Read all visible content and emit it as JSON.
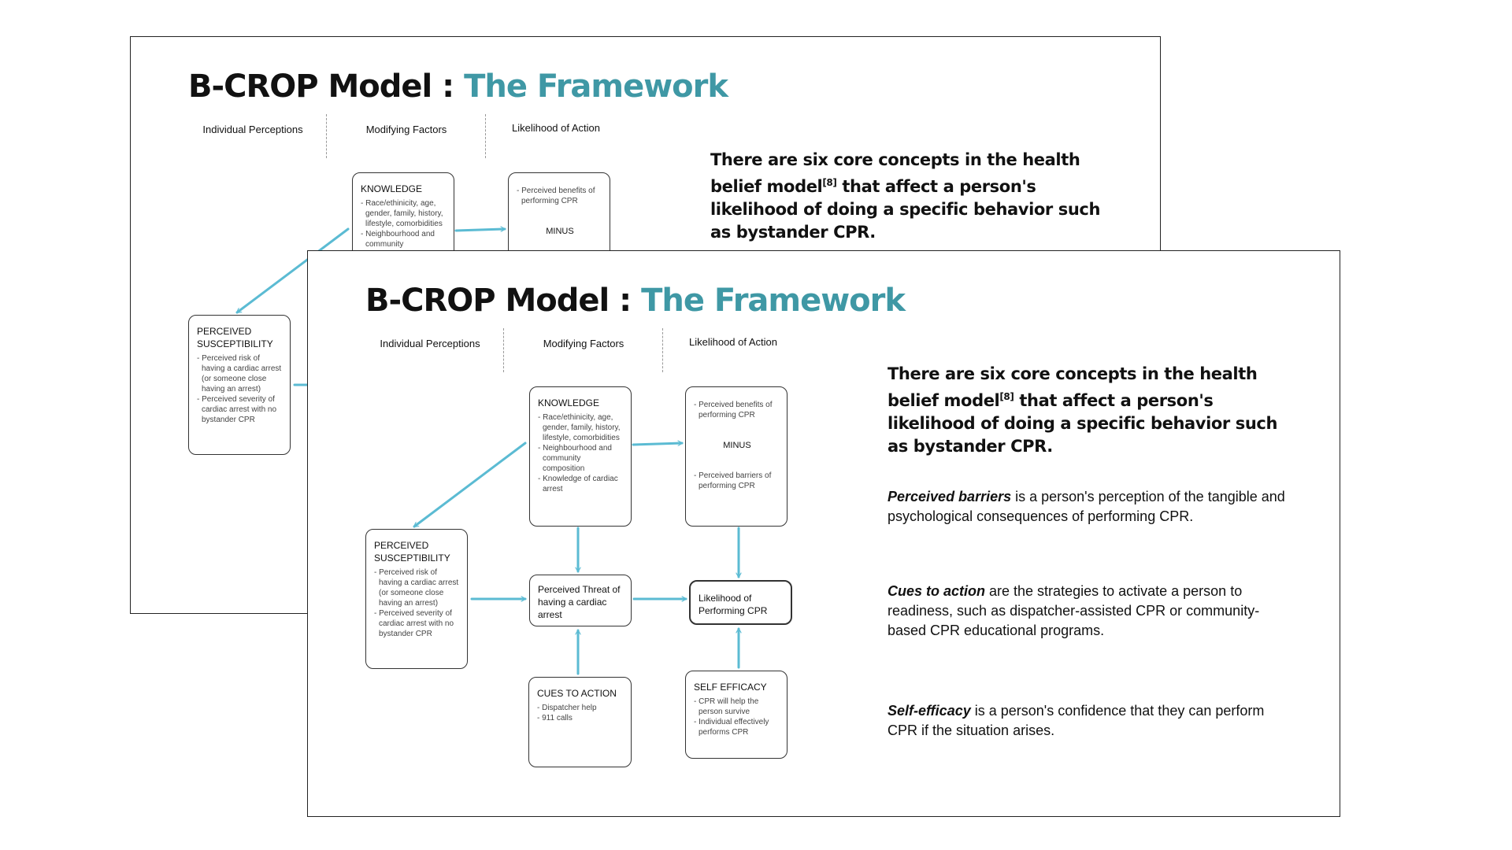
{
  "slides": {
    "title_main": "B-CROP Model : ",
    "title_accent": "The Framework",
    "columns": [
      "Individual Perceptions",
      "Modifying Factors",
      "Likelihood of Action"
    ],
    "boxes": {
      "knowledge": {
        "title": "KNOWLEDGE",
        "items": [
          "Race/ethinicity, age, gender, family, history, lifestyle, comorbidities",
          "Neighbourhood and community composition",
          "Knowledge of cardiac arrest"
        ]
      },
      "benefits": {
        "items_top": [
          "Perceived benefits of performing CPR"
        ],
        "minus": "MINUS",
        "items_bottom": [
          "Perceived barriers of performing CPR"
        ]
      },
      "susceptibility": {
        "title": "PERCEIVED SUSCEPTIBILITY",
        "items": [
          "Perceived risk of having a cardiac arrest (or someone close having an arrest)",
          "Perceived severity of cardiac arrest with no bystander CPR"
        ]
      },
      "threat": {
        "title": "Perceived Threat of having a cardiac arrest"
      },
      "likelihood": {
        "title": "Likelihood of Performing CPR"
      },
      "cues": {
        "title": "CUES TO ACTION",
        "items": [
          "Dispatcher help",
          "911 calls"
        ]
      },
      "self_efficacy": {
        "title": "SELF EFFICACY",
        "items": [
          "CPR will help the person survive",
          "Individual effectively performs CPR"
        ]
      }
    },
    "intro": {
      "part1": "There are six core concepts in the health belief model",
      "ref": "[8]",
      "part2": " that affect a person's likelihood of doing a specific behavior such as bystander CPR."
    },
    "paragraphs": [
      {
        "term": "Perceived barriers",
        "text": " is a person's perception of the tangible and psychological consequences of performing CPR."
      },
      {
        "term": "Cues to action",
        "text": " are the strategies to activate a person to readiness, such as dispatcher-assisted CPR or community-based CPR educational programs."
      },
      {
        "term": "Self-efficacy",
        "text": " is a person's confidence that they can perform CPR if the situation arises."
      }
    ],
    "colors": {
      "accent": "#3f98a5",
      "arrow": "#5bbbd3"
    }
  }
}
